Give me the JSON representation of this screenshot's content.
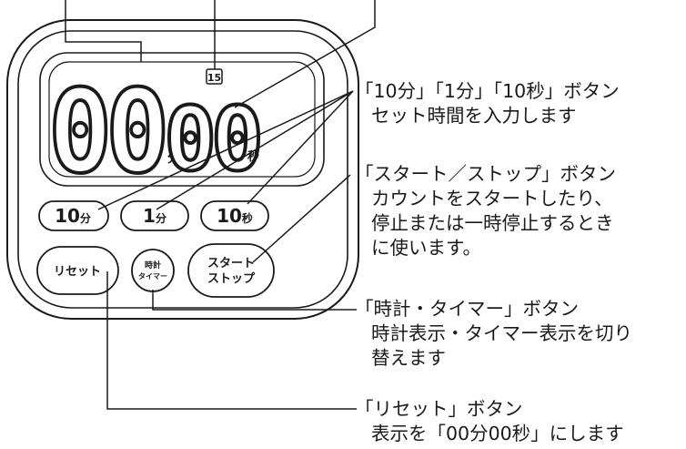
{
  "device": {
    "digits": {
      "minutes": "00",
      "seconds": "00",
      "minute_unit": "分",
      "second_unit": "秒",
      "indicator": "15"
    },
    "buttons": {
      "ten_min": {
        "num": "10",
        "unit": "分"
      },
      "one_min": {
        "num": "1",
        "unit": "分"
      },
      "ten_sec": {
        "num": "10",
        "unit": "秒"
      },
      "reset": "リセット",
      "clock_timer_line1": "時計",
      "clock_timer_line2": "タイマー",
      "start_stop_line1": "スタート",
      "start_stop_line2": "ストップ"
    }
  },
  "callouts": {
    "set_buttons": {
      "title": "「10分」「1分」「10秒」ボタン",
      "lines": [
        "セット時間を入力します"
      ]
    },
    "start_stop": {
      "title": "「スタート／ストップ」ボタン",
      "lines": [
        "カウントをスタートしたり、",
        "停止または一時停止するとき",
        "に使います。"
      ]
    },
    "clock_timer": {
      "title": "「時計・タイマー」ボタン",
      "lines": [
        "時計表示・タイマー表示を切り",
        "替えます"
      ]
    },
    "reset": {
      "title": "「リセット」ボタン",
      "lines": [
        "表示を「00分00秒」にします"
      ]
    }
  }
}
